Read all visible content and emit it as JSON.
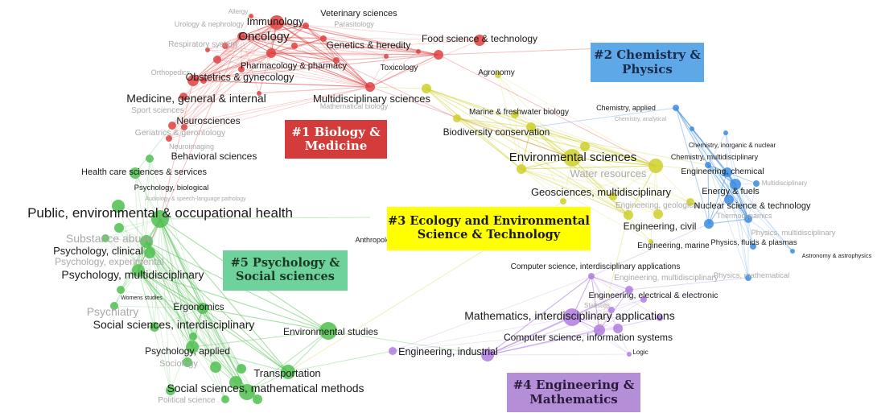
{
  "clusters": [
    {
      "id": "c1",
      "title": "#1 Biology &\nMedicine",
      "color": "#d43b3b",
      "text_color": "#ffffff"
    },
    {
      "id": "c2",
      "title": "#2 Chemistry &\nPhysics",
      "color": "#5fa8e8",
      "text_color": "#1a2a4a"
    },
    {
      "id": "c3",
      "title": "#3 Ecology and Environmental\nScience & Technology",
      "color": "#ffff00",
      "text_color": "#1a1a1a"
    },
    {
      "id": "c4",
      "title": "#4 Engineering &\nMathematics",
      "color": "#b48ed6",
      "text_color": "#2a1a3a"
    },
    {
      "id": "c5",
      "title": "#5 Psychology &\nSocial sciences",
      "color": "#6fd19c",
      "text_color": "#1a3a24"
    }
  ],
  "node_colors": {
    "red": "#e04040",
    "blue": "#3b8be0",
    "yellow": "#cfcf2a",
    "purple": "#b07de0",
    "green": "#4fbf4f"
  },
  "labels": {
    "red": [
      "Immunology",
      "Oncology",
      "Veterinary sciences",
      "Parasitology",
      "Genetics & heredity",
      "Pharmacology & pharmacy",
      "Obstetrics & gynecology",
      "Medicine, general & internal",
      "Multidisciplinary sciences",
      "Toxicology",
      "Neurosciences",
      "Behavioral sciences",
      "Food science & technology",
      "Urology & nephrology",
      "Allergy",
      "Respiratory system",
      "Orthopedics",
      "Sport sciences",
      "Geriatrics & gerontology",
      "Neuroimaging",
      "Mathematical biology"
    ],
    "yellow": [
      "Agronomy",
      "Marine & freshwater biology",
      "Biodiversity conservation",
      "Environmental sciences",
      "Water resources",
      "Geosciences, multidisciplinary",
      "Engineering, civil",
      "Engineering, marine",
      "Engineering, geological",
      "Anthropology"
    ],
    "blue": [
      "Chemistry, applied",
      "Chemistry, analytical",
      "Chemistry, inorganic & nuclear",
      "Chemistry, multidisciplinary",
      "Engineering, chemical",
      "Energy & fuels",
      "Nuclear science & technology",
      "Physics, multidisciplinary",
      "Physics, fluids & plasmas",
      "Astronomy & astrophysics",
      "Physics, mathematical",
      "Multidisciplinary",
      "Thermodynamics"
    ],
    "purple": [
      "Computer science, interdisciplinary applications",
      "Engineering, multidisciplinary",
      "Engineering, electrical & electronic",
      "Mathematics, interdisciplinary applications",
      "Computer science, information systems",
      "Engineering, industrial",
      "Logic",
      "Statistics"
    ],
    "green": [
      "Health care sciences & services",
      "Psychology, biological",
      "Audiology & speech-language pathology",
      "Public, environmental & occupational health",
      "Substance abuse",
      "Psychology, clinical",
      "Psychology, experimental",
      "Psychology, multidisciplinary",
      "Womens studies",
      "Ergonomics",
      "Psychiatry",
      "Social sciences, interdisciplinary",
      "Environmental studies",
      "Psychology, applied",
      "Sociology",
      "Transportation",
      "Social sciences, mathematical methods",
      "Political science"
    ]
  }
}
